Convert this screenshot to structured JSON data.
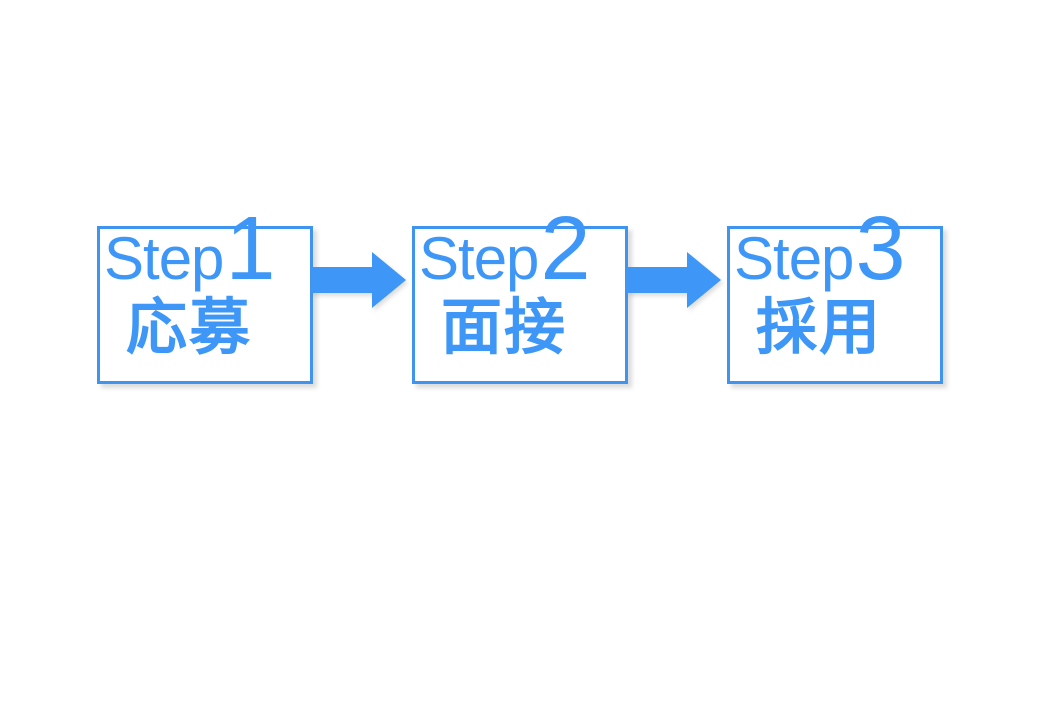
{
  "diagram": {
    "title": "recruitment-steps-flow",
    "steps": [
      {
        "label": "Step",
        "number": "1",
        "word": "応募"
      },
      {
        "label": "Step",
        "number": "2",
        "word": "面接"
      },
      {
        "label": "Step",
        "number": "3",
        "word": "採用"
      }
    ],
    "colors": {
      "accent": "#3E97F7",
      "border": "#3F94F0",
      "background": "#ffffff"
    }
  }
}
